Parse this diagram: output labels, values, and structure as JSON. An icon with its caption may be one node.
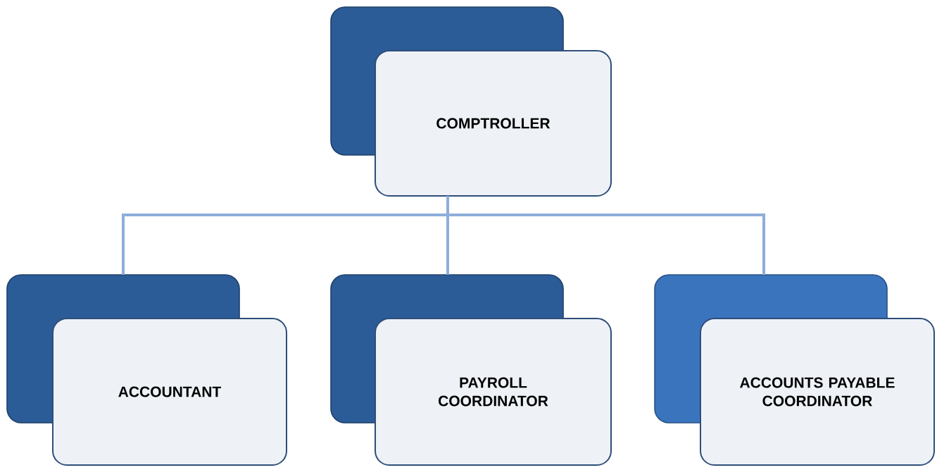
{
  "diagram": {
    "nodes": [
      {
        "text": [
          "COMPTROLLER"
        ]
      },
      {
        "text": [
          "ACCOUNTANT"
        ]
      },
      {
        "text": [
          "PAYROLL COORDINATOR"
        ]
      },
      {
        "text": [
          "ACCOUNTS PAYABLE COORDINATOR"
        ]
      }
    ],
    "edges": [
      {
        "from": 0,
        "to": 1,
        "arrow": "none"
      },
      {
        "from": 0,
        "to": 2,
        "arrow": "none"
      },
      {
        "from": 0,
        "to": 3,
        "arrow": "none"
      }
    ]
  }
}
